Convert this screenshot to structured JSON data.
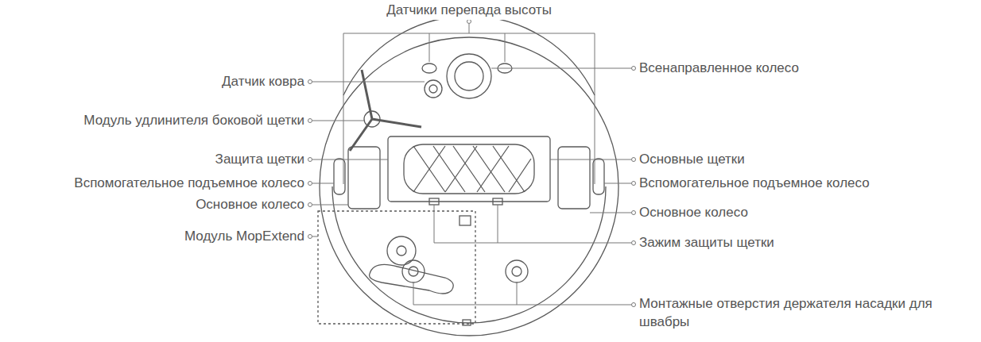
{
  "diagram": {
    "labels": [
      "Датчики перепада высоты",
      "Датчик ковра",
      "Всенаправленное колесо",
      "Модуль удлинителя боковой щетки",
      "Защита щетки",
      "Основные щетки",
      "Вспомогательное подъемное колесо",
      "Вспомогательное подъемное колесо",
      "Основное колесо",
      "Основное колесо",
      "Модуль MopExtend",
      "Зажим защиты щетки",
      "Монтажные отверстия держателя насадки для швабры"
    ]
  }
}
